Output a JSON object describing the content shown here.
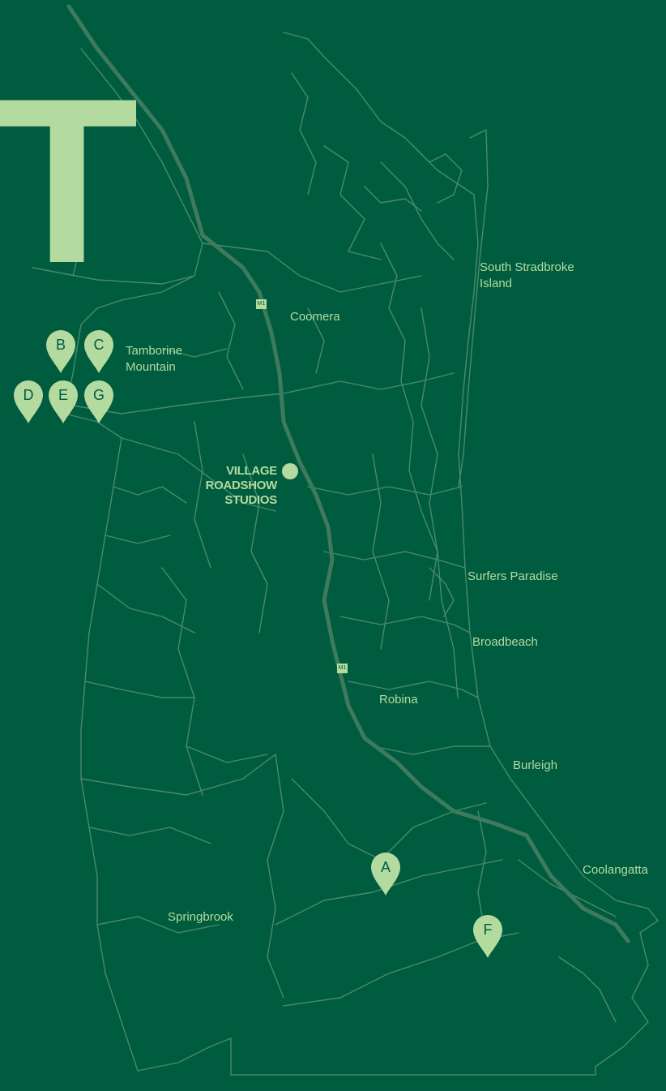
{
  "headline_fragment": "T",
  "places": {
    "south_stradbroke_1": "South Stradbroke",
    "south_stradbroke_2": "Island",
    "coomera": "Coomera",
    "tamborine_1": "Tamborine",
    "tamborine_2": "Mountain",
    "surfers_paradise": "Surfers Paradise",
    "broadbeach": "Broadbeach",
    "robina": "Robina",
    "burleigh": "Burleigh",
    "coolangatta": "Coolangatta",
    "springbrook": "Springbrook"
  },
  "studios": {
    "line1": "VILLAGE",
    "line2": "ROADSHOW",
    "line3": "STUDIOS"
  },
  "highway": {
    "m1_a": "M1",
    "m1_b": "M1"
  },
  "pins": {
    "a": "A",
    "b": "B",
    "c": "C",
    "d": "D",
    "e": "E",
    "f": "F",
    "g": "G"
  },
  "colors": {
    "background": "#005c3f",
    "accent": "#b3dba0",
    "lines": "#4a8a6a",
    "highway": "#3f7a5c"
  },
  "icons": {
    "pin": "map-pin-icon",
    "dot": "location-dot-icon",
    "shield": "highway-shield-icon"
  }
}
